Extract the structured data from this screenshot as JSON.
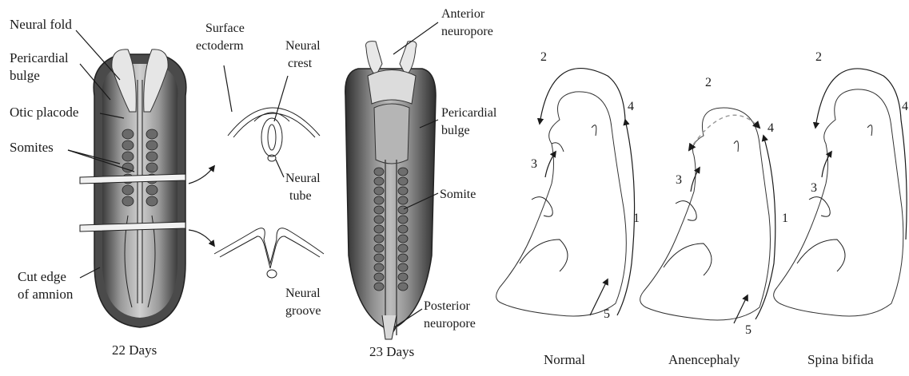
{
  "embryo22": {
    "neural_fold": "Neural fold",
    "pericardial_bulge_1": "Pericardial",
    "pericardial_bulge_2": "bulge",
    "otic_placode": "Otic placode",
    "somites": "Somites",
    "cut_edge_1": "Cut edge",
    "cut_edge_2": "of amnion",
    "caption": "22 Days"
  },
  "sections": {
    "surface_1": "Surface",
    "surface_2": "ectoderm",
    "crest_1": "Neural",
    "crest_2": "crest",
    "tube_1": "Neural",
    "tube_2": "tube",
    "groove_1": "Neural",
    "groove_2": "groove"
  },
  "embryo23": {
    "anterior_1": "Anterior",
    "anterior_2": "neuropore",
    "pericardial_1": "Pericardial",
    "pericardial_2": "bulge",
    "somite": "Somite",
    "posterior_1": "Posterior",
    "posterior_2": "neuropore",
    "caption": "23 Days"
  },
  "fetuses": {
    "normal": {
      "caption": "Normal",
      "n1": "1",
      "n2": "2",
      "n3": "3",
      "n4": "4",
      "n5": "5"
    },
    "anencephaly": {
      "caption": "Anencephaly",
      "n1": "1",
      "n2": "2",
      "n3": "3",
      "n4": "4",
      "n5": "5"
    },
    "spina_bifida": {
      "caption": "Spina bifida",
      "n2": "2",
      "n3": "3",
      "n4": "4"
    }
  }
}
